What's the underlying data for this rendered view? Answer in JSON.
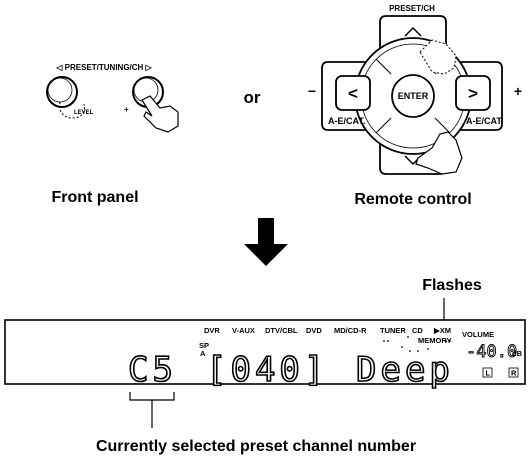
{
  "front_panel": {
    "knob_label": "◁ PRESET/TUNING/CH ▷",
    "level_label": "LEVEL",
    "plus_label": "+",
    "caption": "Front panel"
  },
  "or_label": "or",
  "remote": {
    "top_label": "PRESET/CH",
    "enter_label": "ENTER",
    "left_label": "A-E/CAT.",
    "right_label": "A-E/CAT.",
    "minus_label": "−",
    "plus_label": "+",
    "left_arrow": "<",
    "right_arrow": ">",
    "caption": "Remote control"
  },
  "flashes_label": "Flashes",
  "display": {
    "indicators": [
      "DVR",
      "V-AUX",
      "DTV/CBL",
      "DVD",
      "MD/CD-R",
      "TUNER",
      "CD",
      "▶XM"
    ],
    "sp_label": "SP",
    "a_label": "A",
    "memory_label": "MEMORY",
    "volume_label": "VOLUME",
    "volume_value": "-40.0",
    "db_label": "dB",
    "l_label": "L",
    "r_label": "R",
    "preset_channel": "C5",
    "category_number": "[040]",
    "station_name": "Deep"
  },
  "bottom_caption": "Currently selected preset channel number"
}
